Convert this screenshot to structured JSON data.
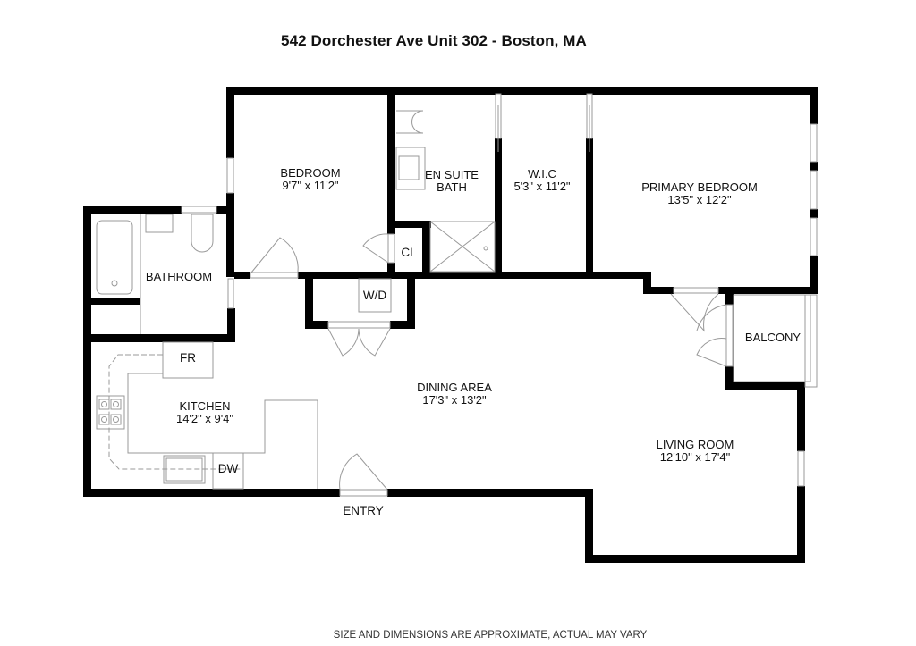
{
  "title": "542 Dorchester Ave Unit 302 - Boston, MA",
  "disclaimer": "SIZE AND DIMENSIONS ARE APPROXIMATE, ACTUAL MAY VARY",
  "colors": {
    "wall": "#000000",
    "fixture_line": "#9a9a9a",
    "background": "#ffffff",
    "text": "#111111"
  },
  "rooms": [
    {
      "name": "BEDROOM",
      "dims": "9'7\" x 11'2\""
    },
    {
      "name": "EN SUITE",
      "name2": "BATH",
      "dims": ""
    },
    {
      "name": "W.I.C",
      "dims": "5'3\" x 11'2\""
    },
    {
      "name": "PRIMARY BEDROOM",
      "dims": "13'5\" x 12'2\""
    },
    {
      "name": "BATHROOM",
      "dims": ""
    },
    {
      "name": "DINING AREA",
      "dims": "17'3\" x 13'2\""
    },
    {
      "name": "KITCHEN",
      "dims": "14'2\" x 9'4\""
    },
    {
      "name": "LIVING ROOM",
      "dims": "12'10\" x 17'4\""
    },
    {
      "name": "BALCONY",
      "dims": ""
    }
  ],
  "fixtures": {
    "closet": "CL",
    "washer_dryer": "W/D",
    "fridge": "FR",
    "dishwasher": "DW",
    "entry": "ENTRY"
  }
}
